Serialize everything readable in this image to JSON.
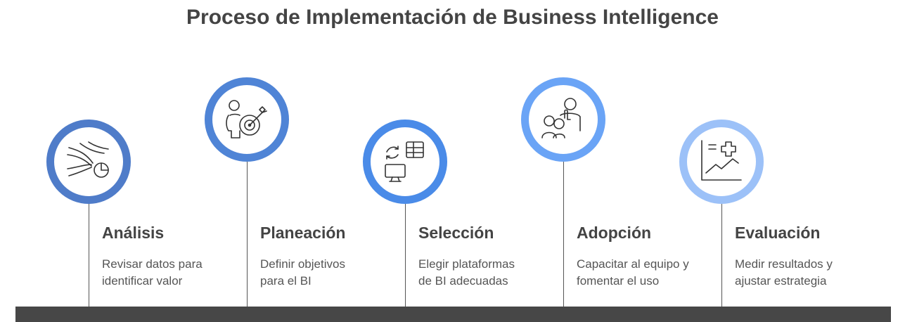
{
  "title": "Proceso de Implementación de Business Intelligence",
  "stages": [
    {
      "heading": "Análisis",
      "desc1": "Revisar datos para",
      "desc2": "identificar valor",
      "ring_color": "#4f7cc9",
      "icon": "data-flow-pie-icon"
    },
    {
      "heading": "Planeación",
      "desc1": "Definir objetivos",
      "desc2": "para el BI",
      "ring_color": "#4f84d6",
      "icon": "person-target-icon"
    },
    {
      "heading": "Selección",
      "desc1": "Elegir plataformas",
      "desc2": "de BI adecuadas",
      "ring_color": "#4a8be8",
      "icon": "platform-swap-icon"
    },
    {
      "heading": "Adopción",
      "desc1": "Capacitar al equipo y",
      "desc2": "fomentar el uso",
      "ring_color": "#6aa4f6",
      "icon": "team-training-icon"
    },
    {
      "heading": "Evaluación",
      "desc1": "Medir resultados y",
      "desc2": "ajustar estrategia",
      "ring_color": "#9cc1f8",
      "icon": "chart-evaluation-icon"
    }
  ]
}
